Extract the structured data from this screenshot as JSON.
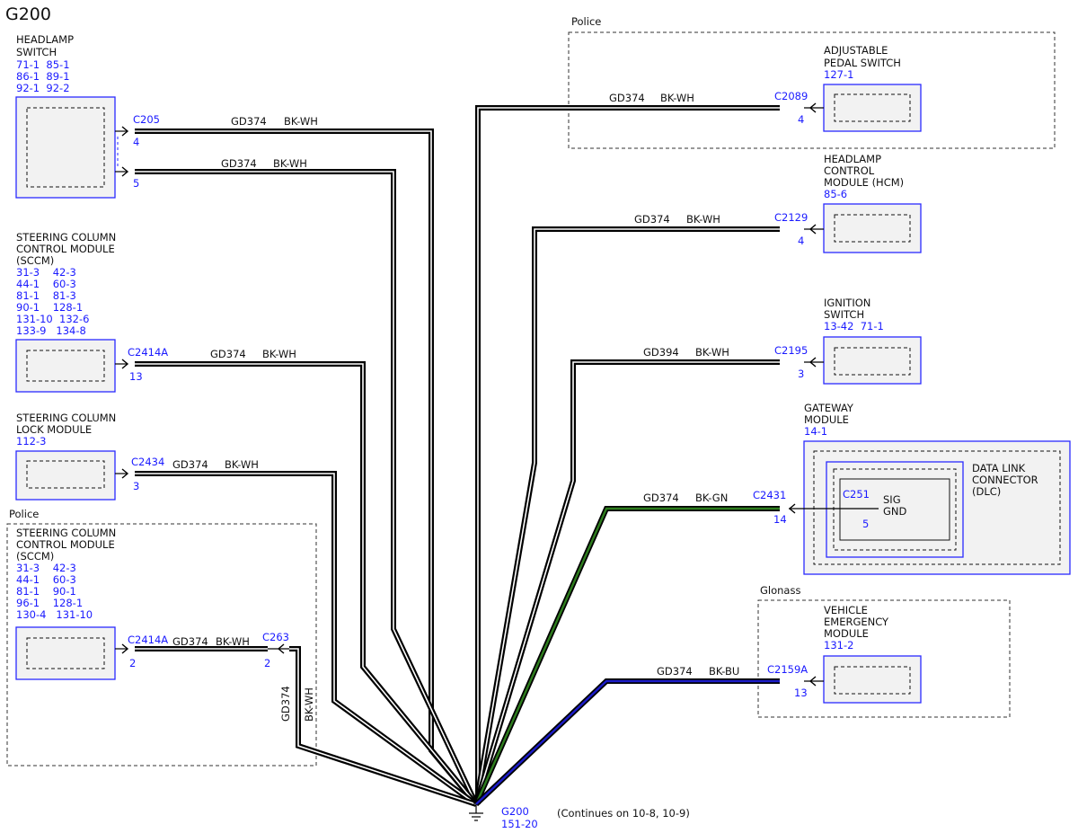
{
  "page": {
    "title": "G200",
    "ground_note": "(Continues on 10-8, 10-9)"
  },
  "ground": {
    "name": "G200",
    "ref": "151-20"
  },
  "groups": {
    "police_top": "Police",
    "police_bottom": "Police",
    "glonass": "Glonass"
  },
  "components": {
    "headlamp_switch": {
      "name1": "HEADLAMP",
      "name2": "SWITCH",
      "refs": [
        "71-1  85-1",
        "86-1  89-1",
        "92-1  92-2"
      ]
    },
    "sccm": {
      "name1": "STEERING COLUMN",
      "name2": "CONTROL MODULE",
      "name3": "(SCCM)",
      "refs": [
        "31-3    42-3",
        "44-1    60-3",
        "81-1    81-3",
        "90-1    128-1",
        "131-10  132-6",
        "133-9   134-8"
      ]
    },
    "sclm": {
      "name1": "STEERING COLUMN",
      "name2": "LOCK MODULE",
      "refs": [
        "112-3"
      ]
    },
    "sccm_police": {
      "name1": "STEERING COLUMN",
      "name2": "CONTROL MODULE",
      "name3": "(SCCM)",
      "refs": [
        "31-3    42-3",
        "44-1    60-3",
        "81-1    90-1",
        "96-1    128-1",
        "130-4   131-10"
      ]
    },
    "pedal_switch": {
      "name1": "ADJUSTABLE",
      "name2": "PEDAL SWITCH",
      "refs": [
        "127-1"
      ]
    },
    "hcm": {
      "name1": "HEADLAMP",
      "name2": "CONTROL",
      "name3": "MODULE (HCM)",
      "refs": [
        "85-6"
      ]
    },
    "ignition": {
      "name1": "IGNITION",
      "name2": "SWITCH",
      "refs": [
        "13-42  71-1"
      ]
    },
    "gateway": {
      "name1": "GATEWAY",
      "name2": "MODULE",
      "refs": [
        "14-1"
      ],
      "dlc1": "DATA LINK",
      "dlc2": "CONNECTOR",
      "dlc3": "(DLC)",
      "inner_conn": "C251",
      "inner_pin": "5",
      "sig1": "SIG",
      "sig2": "GND"
    },
    "vem": {
      "name1": "VEHICLE",
      "name2": "EMERGENCY",
      "name3": "MODULE",
      "refs": [
        "131-2"
      ]
    }
  },
  "connections": [
    {
      "id": "c205",
      "connector": "C205",
      "pin": "4",
      "circuit": "GD374",
      "color": "BK-WH"
    },
    {
      "id": "c205b",
      "connector": "",
      "pin": "5",
      "circuit": "GD374",
      "color": "BK-WH"
    },
    {
      "id": "c2414a",
      "connector": "C2414A",
      "pin": "13",
      "circuit": "GD374",
      "color": "BK-WH"
    },
    {
      "id": "c2434",
      "connector": "C2434",
      "pin": "3",
      "circuit": "GD374",
      "color": "BK-WH"
    },
    {
      "id": "c2414a_p",
      "connector": "C2414A",
      "pin": "2",
      "circuit": "GD374",
      "color": "BK-WH"
    },
    {
      "id": "c263",
      "connector": "C263",
      "pin": "2",
      "circuit": "GD374",
      "color": "BK-WH"
    },
    {
      "id": "c2089",
      "connector": "C2089",
      "pin": "4",
      "circuit": "GD374",
      "color": "BK-WH"
    },
    {
      "id": "c2129",
      "connector": "C2129",
      "pin": "4",
      "circuit": "GD374",
      "color": "BK-WH"
    },
    {
      "id": "c2195",
      "connector": "C2195",
      "pin": "3",
      "circuit": "GD394",
      "color": "BK-WH"
    },
    {
      "id": "c2431",
      "connector": "C2431",
      "pin": "14",
      "circuit": "GD374",
      "color": "BK-GN"
    },
    {
      "id": "c2159a",
      "connector": "C2159A",
      "pin": "13",
      "circuit": "GD374",
      "color": "BK-BU"
    }
  ],
  "colors": {
    "component_border": "#2a2aff",
    "label_blue": "#1a1aff",
    "green_wire": "#2e7d1e",
    "blue_wire": "#1c1cc8"
  }
}
